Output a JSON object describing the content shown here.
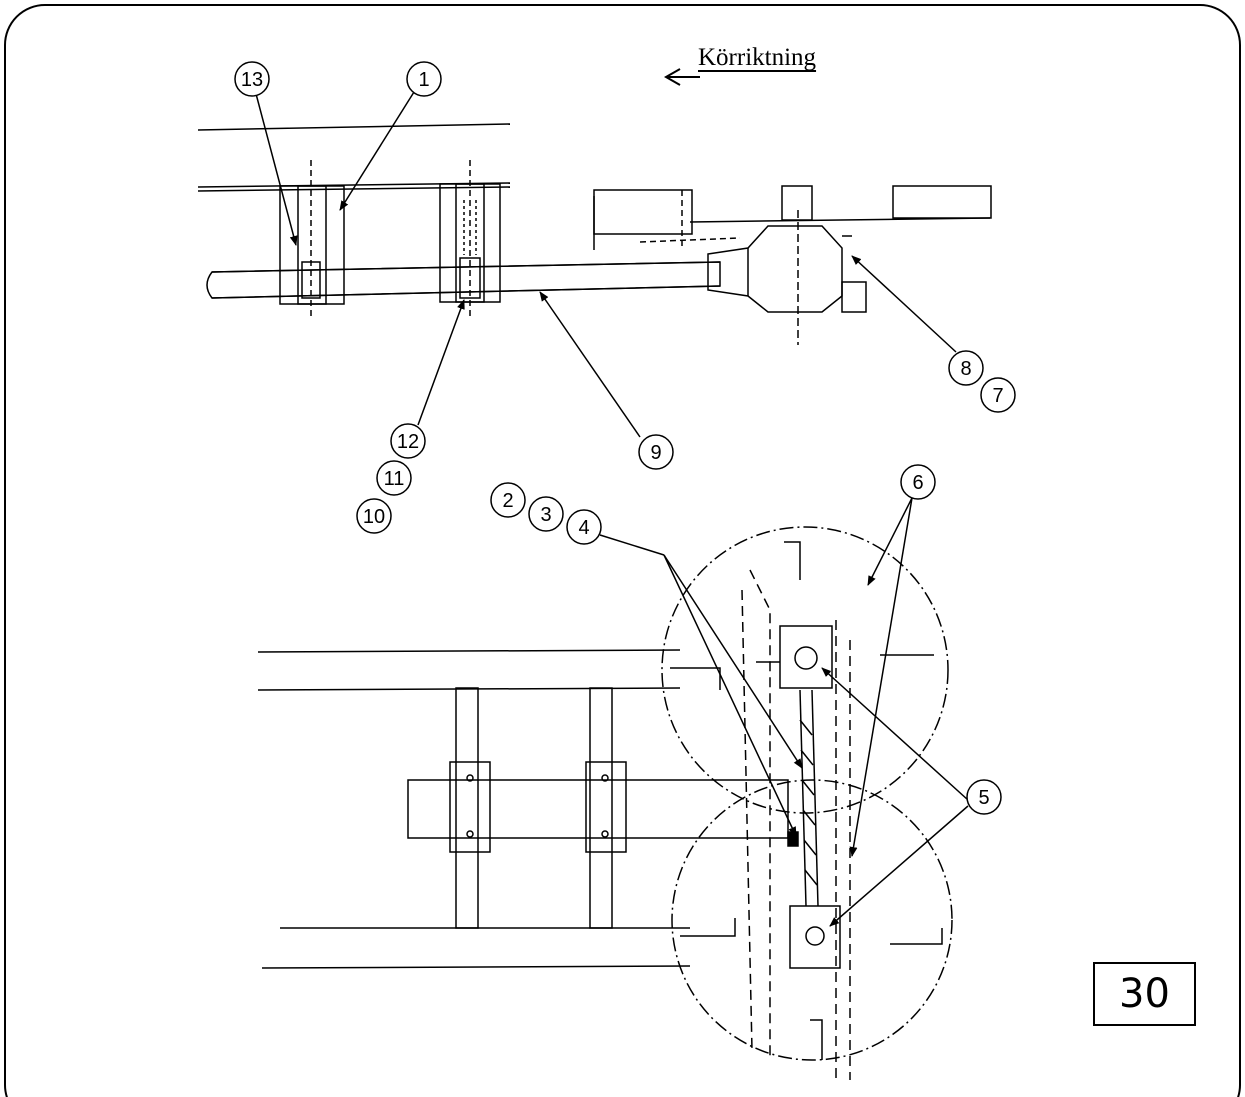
{
  "direction_label": "Körriktning",
  "figure_number": "30",
  "callouts": [
    "1",
    "2",
    "3",
    "4",
    "5",
    "6",
    "7",
    "8",
    "9",
    "10",
    "11",
    "12",
    "13"
  ]
}
